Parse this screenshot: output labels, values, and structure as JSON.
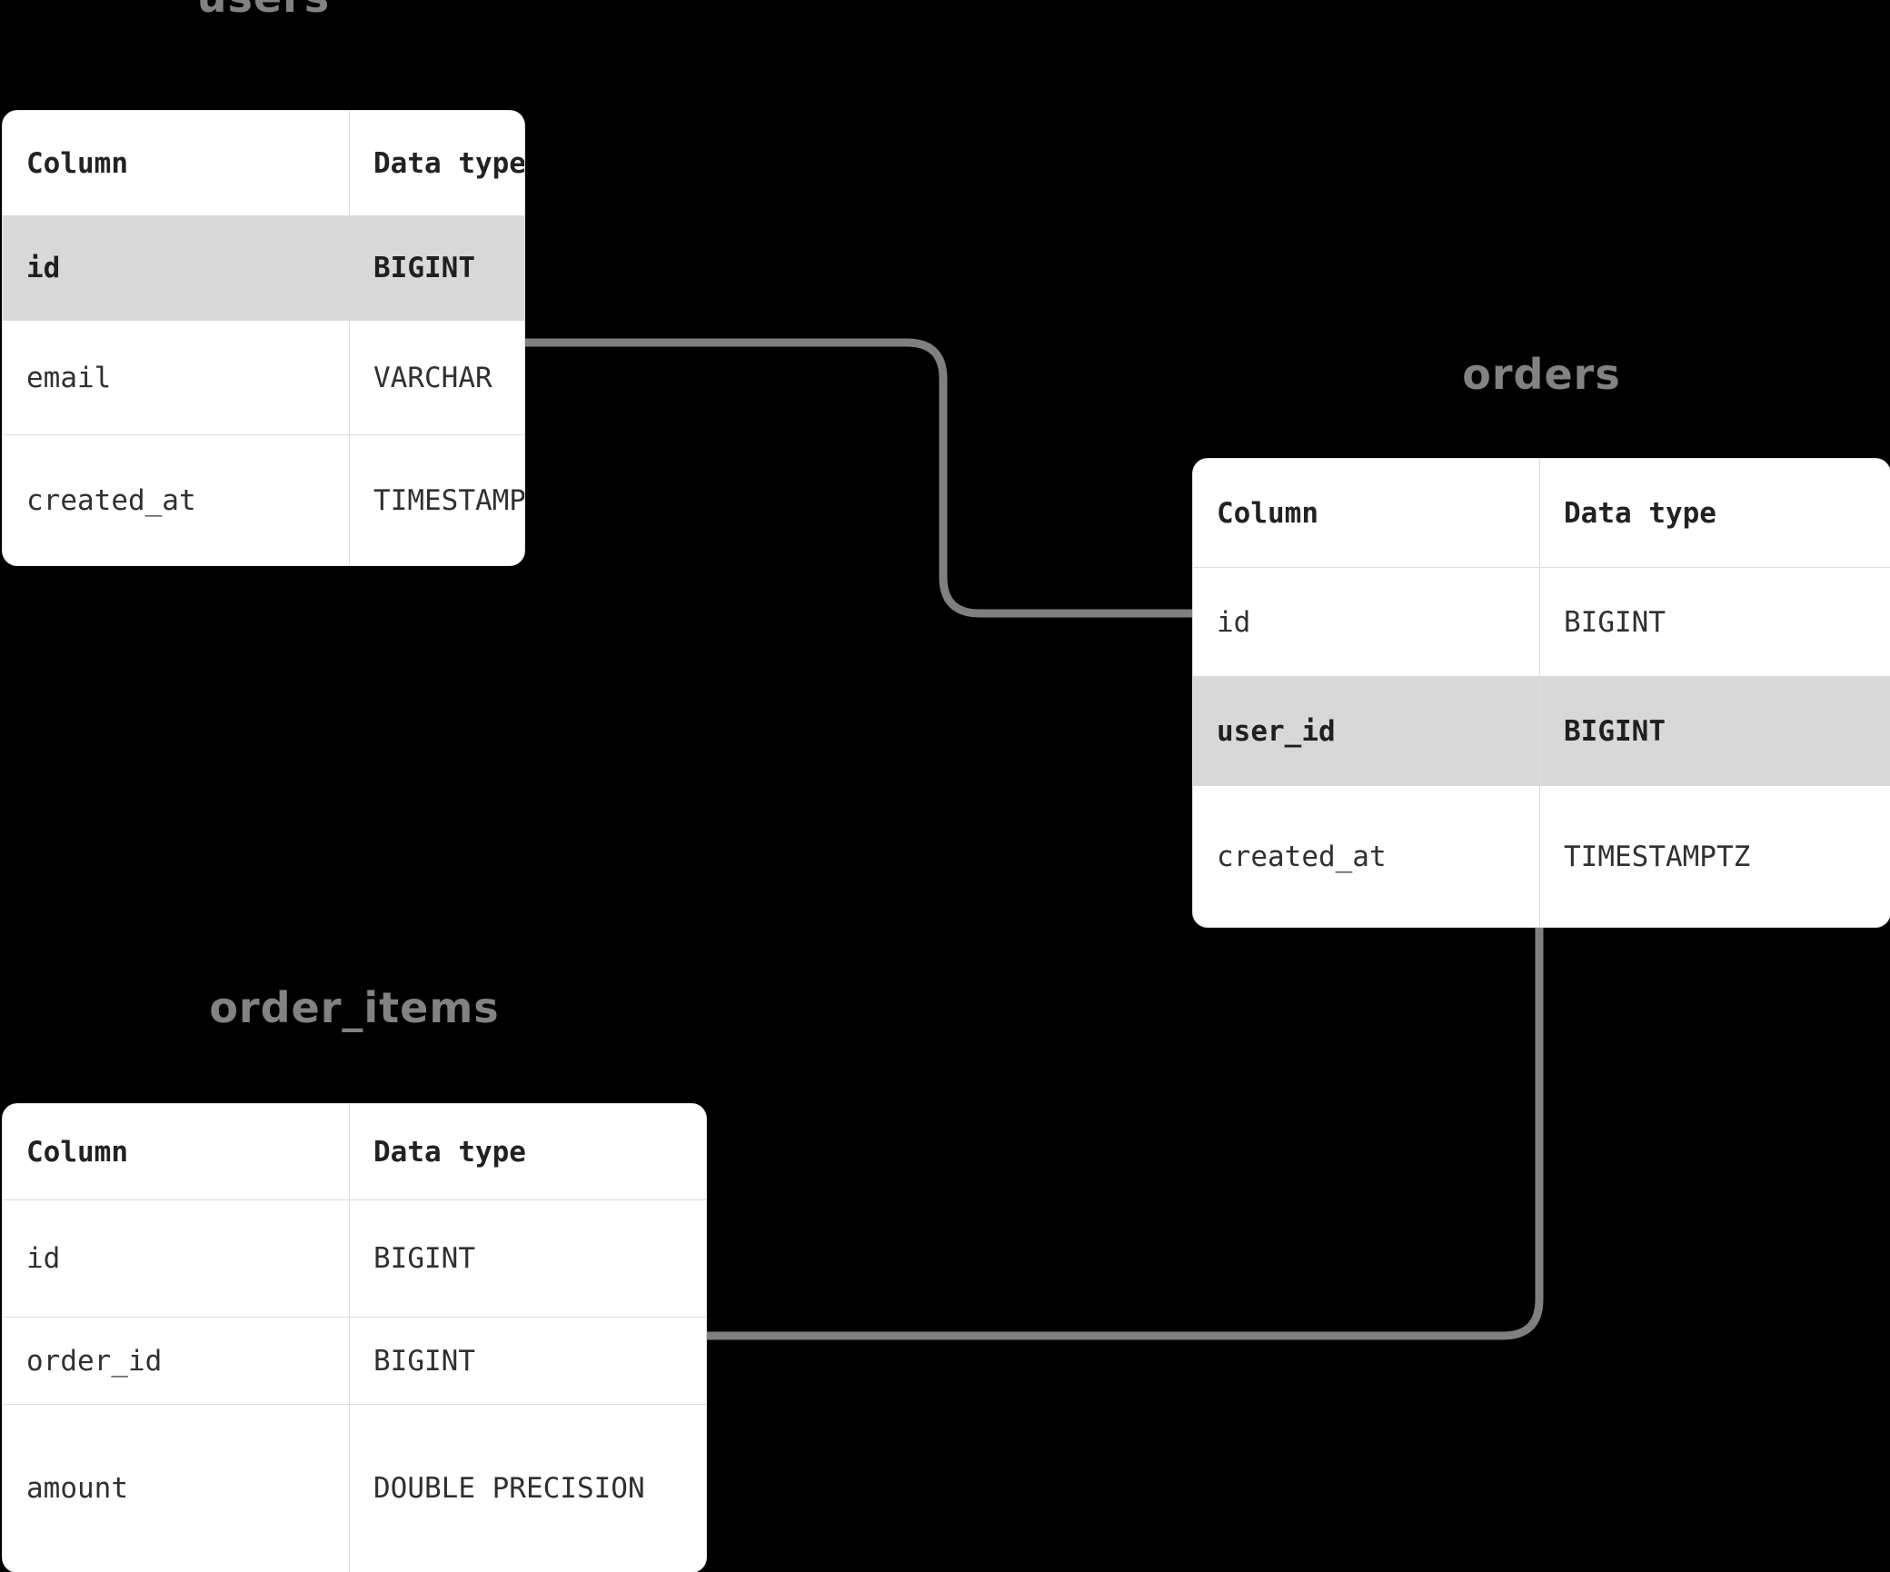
{
  "diagram": {
    "type": "entity-relationship-diagram",
    "background_color": "#000000",
    "card_color": "#ffffff",
    "highlight_color": "#d8d8d8",
    "connector_color": "#808080",
    "title_color": "#828282",
    "text_color": "#303030"
  },
  "column_headers": {
    "name": "Column",
    "datatype": "Data type"
  },
  "tables": [
    {
      "name": "users",
      "title": "users",
      "rows": [
        {
          "column": "id",
          "datatype": "BIGINT",
          "highlighted": true
        },
        {
          "column": "email",
          "datatype": "VARCHAR",
          "highlighted": false
        },
        {
          "column": "created_at",
          "datatype": "TIMESTAMPTZ",
          "highlighted": false
        }
      ]
    },
    {
      "name": "orders",
      "title": "orders",
      "rows": [
        {
          "column": "id",
          "datatype": "BIGINT",
          "highlighted": false
        },
        {
          "column": "user_id",
          "datatype": "BIGINT",
          "highlighted": true
        },
        {
          "column": "created_at",
          "datatype": "TIMESTAMPTZ",
          "highlighted": false
        }
      ]
    },
    {
      "name": "order_items",
      "title": "order_items",
      "rows": [
        {
          "column": "id",
          "datatype": "BIGINT",
          "highlighted": false
        },
        {
          "column": "order_id",
          "datatype": "BIGINT",
          "highlighted": false
        },
        {
          "column": "amount",
          "datatype": "DOUBLE PRECISION",
          "highlighted": false
        }
      ]
    }
  ],
  "relationships": [
    {
      "from": "users.id",
      "to": "orders.user_id"
    },
    {
      "from": "orders.id",
      "to": "order_items.order_id"
    }
  ]
}
